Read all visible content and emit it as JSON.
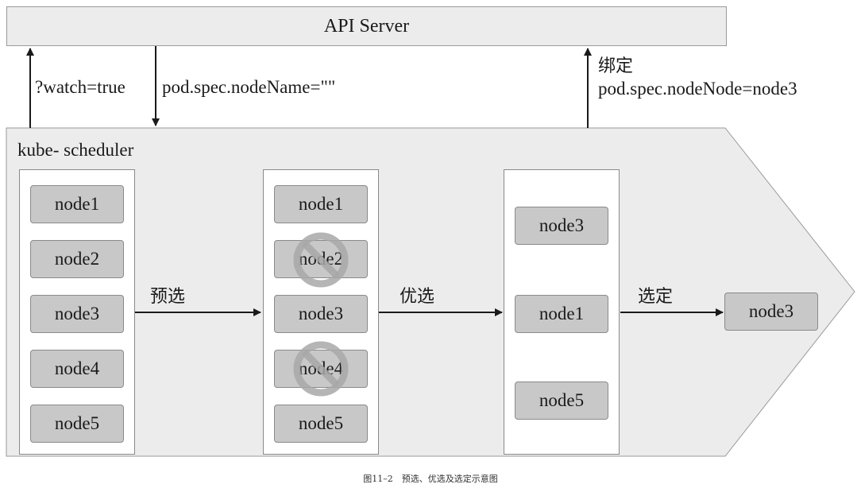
{
  "api_server": {
    "label": "API Server"
  },
  "arrows": {
    "watch_label": "?watch=true",
    "nodename_label": "pod.spec.nodeName=\"\"",
    "bind_label": "绑定",
    "bind_value": "pod.spec.nodeNode=node3"
  },
  "scheduler": {
    "label": "kube- scheduler"
  },
  "stage1": {
    "nodes": [
      "node1",
      "node2",
      "node3",
      "node4",
      "node5"
    ]
  },
  "stage2": {
    "nodes": [
      "node1",
      "node2",
      "node3",
      "node4",
      "node5"
    ],
    "filtered_out": [
      "node2",
      "node4"
    ]
  },
  "stage3": {
    "nodes": [
      "node3",
      "node1",
      "node5"
    ]
  },
  "steps": {
    "predicate": "预选",
    "priority": "优选",
    "select": "选定"
  },
  "result": {
    "node": "node3"
  },
  "caption": "图11–2　预选、优选及选定示意图",
  "icons": {
    "filtered": "prohibited-icon"
  }
}
